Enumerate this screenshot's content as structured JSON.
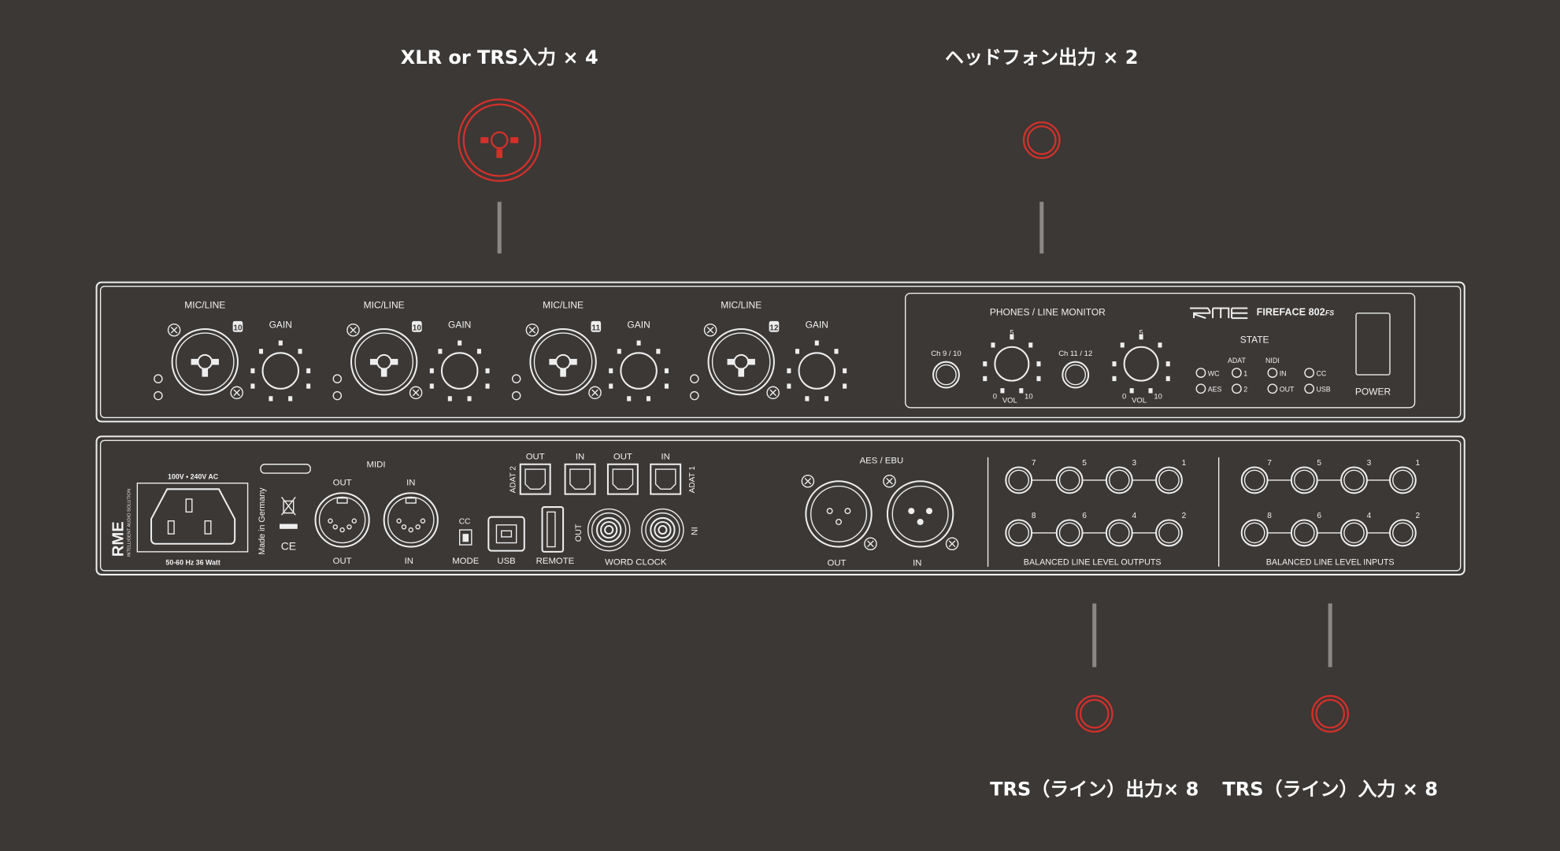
{
  "callouts": {
    "xlr_trs_inputs": "XLR or TRS入力 × 4",
    "headphone_outputs": "ヘッドフォン出力 × 2",
    "trs_line_outputs": "TRS（ライン）出力× 8",
    "trs_line_inputs": "TRS（ライン）入力 × 8"
  },
  "colors": {
    "background": "#3b3836",
    "highlight": "#d4302a",
    "connector": "#8a8886",
    "line": "#eeeeee"
  },
  "front_panel": {
    "channels": [
      {
        "label": "MIC/LINE",
        "gain": "GAIN",
        "number": "10"
      },
      {
        "label": "MIC/LINE",
        "gain": "GAIN",
        "number": "10"
      },
      {
        "label": "MIC/LINE",
        "gain": "GAIN",
        "number": "11"
      },
      {
        "label": "MIC/LINE",
        "gain": "GAIN",
        "number": "12"
      }
    ],
    "monitor": {
      "title": "PHONES / LINE MONITOR",
      "phones": [
        {
          "label": "Ch 9 / 10",
          "knob_top": "5",
          "knob_min": "0",
          "knob_label": "VOL",
          "knob_max": "10"
        },
        {
          "label": "Ch 11 / 12",
          "knob_top": "5",
          "knob_min": "0",
          "knob_label": "VOL",
          "knob_max": "10"
        }
      ],
      "brand": "RME",
      "model": "FIREFACE 802",
      "model_suffix": "FS",
      "state": {
        "title": "STATE",
        "adat": "ADAT",
        "midi": "NIDI",
        "leds": [
          "WC",
          "AES",
          "1",
          "2",
          "IN",
          "OUT",
          "CC",
          "USB"
        ]
      },
      "power": "POWER"
    }
  },
  "back_panel": {
    "brand": "RME",
    "brand_tagline": "INTELLIGENT AUDIO SOLUTION",
    "power_top": "100V • 240V AC",
    "power_bottom": "50-60 Hz 36 Watt",
    "made_in": "Made in Germany",
    "ce": "CE",
    "midi": {
      "title": "MIDI",
      "out_top": "OUT",
      "in_top": "IN",
      "out_bottom": "OUT",
      "in_bottom": "IN"
    },
    "mode": {
      "top": "CC",
      "label": "MODE"
    },
    "usb": "USB",
    "remote": "REMOTE",
    "word_clock": {
      "label": "WORD CLOCK",
      "out": "OUT",
      "in": "IN"
    },
    "adat": {
      "adat2": "ADAT 2",
      "adat1": "ADAT 1",
      "ports": [
        "OUT",
        "IN",
        "OUT",
        "IN"
      ]
    },
    "aes": {
      "title": "AES / EBU",
      "out": "OUT",
      "in": "IN"
    },
    "outputs": {
      "label": "BALANCED LINE LEVEL OUTPUTS",
      "top": [
        "7",
        "5",
        "3",
        "1"
      ],
      "bottom": [
        "8",
        "6",
        "4",
        "2"
      ]
    },
    "inputs": {
      "label": "BALANCED LINE LEVEL INPUTS",
      "top": [
        "7",
        "5",
        "3",
        "1"
      ],
      "bottom": [
        "8",
        "6",
        "4",
        "2"
      ]
    }
  }
}
